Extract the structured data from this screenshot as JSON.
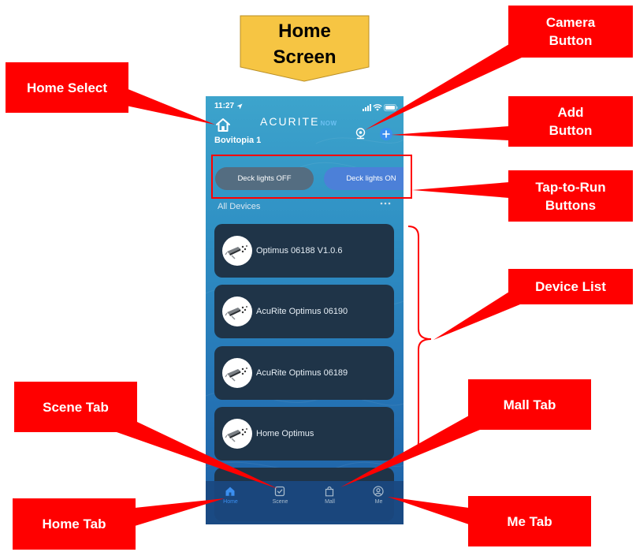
{
  "banner": {
    "line1": "Home",
    "line2": "Screen"
  },
  "callouts": {
    "home_select": {
      "line1": "Home Select"
    },
    "camera_button": {
      "line1": "Camera",
      "line2": "Button"
    },
    "add_button": {
      "line1": "Add",
      "line2": "Button"
    },
    "tap_to_run_buttons": {
      "line1": "Tap-to-Run",
      "line2": "Buttons"
    },
    "device_list": {
      "line1": "Device List"
    },
    "scene_tab": {
      "line1": "Scene Tab"
    },
    "mall_tab": {
      "line1": "Mall Tab"
    },
    "home_tab": {
      "line1": "Home Tab"
    },
    "me_tab": {
      "line1": "Me Tab"
    }
  },
  "colors": {
    "callout": "#ff0000",
    "banner": "#f6c543",
    "card": "#1f3448",
    "accent": "#3b8ff0",
    "scene_off": "#546d81",
    "scene_on": "#4c80d8",
    "tab_inactive": "#a9bccd"
  },
  "phone": {
    "status_bar": {
      "time": "11:27",
      "icons": [
        "location-arrow-icon",
        "signal-icon",
        "wifi-icon",
        "battery-icon"
      ]
    },
    "header": {
      "home_name": "Bovitopia 1",
      "logo_brand": "ACURITE",
      "logo_suffix": "NOW",
      "icons": [
        "home-select-icon",
        "camera-icon",
        "add-icon"
      ]
    },
    "tap_to_run": [
      {
        "label": "Deck lights OFF"
      },
      {
        "label": "Deck lights ON"
      }
    ],
    "devices_section": {
      "title": "All Devices",
      "more_icon": "more-icon"
    },
    "devices": [
      {
        "name": "Optimus 06188 V1.0.6",
        "icon": "weather-sensor-icon"
      },
      {
        "name": "AcuRite Optimus 06190",
        "icon": "weather-sensor-icon"
      },
      {
        "name": "AcuRite Optimus 06189",
        "icon": "weather-sensor-icon"
      },
      {
        "name": "Home Optimus",
        "icon": "weather-sensor-icon"
      }
    ],
    "tabs": [
      {
        "label": "Home",
        "icon": "home-icon",
        "active": true
      },
      {
        "label": "Scene",
        "icon": "scene-icon",
        "active": false
      },
      {
        "label": "Mall",
        "icon": "mall-icon",
        "active": false
      },
      {
        "label": "Me",
        "icon": "me-icon",
        "active": false
      }
    ]
  }
}
